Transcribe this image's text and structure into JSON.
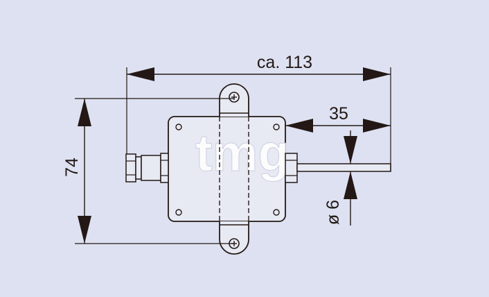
{
  "dimensions": {
    "overall_length": "ca. 113",
    "probe_length": "35",
    "height": "74",
    "probe_diameter": "ø 6"
  },
  "watermark": {
    "text": "tmg"
  },
  "colors": {
    "background": "#dde1f1",
    "ink": "#231815",
    "housing_fill": "#e7e9f3",
    "watermark": "#ffffff"
  }
}
